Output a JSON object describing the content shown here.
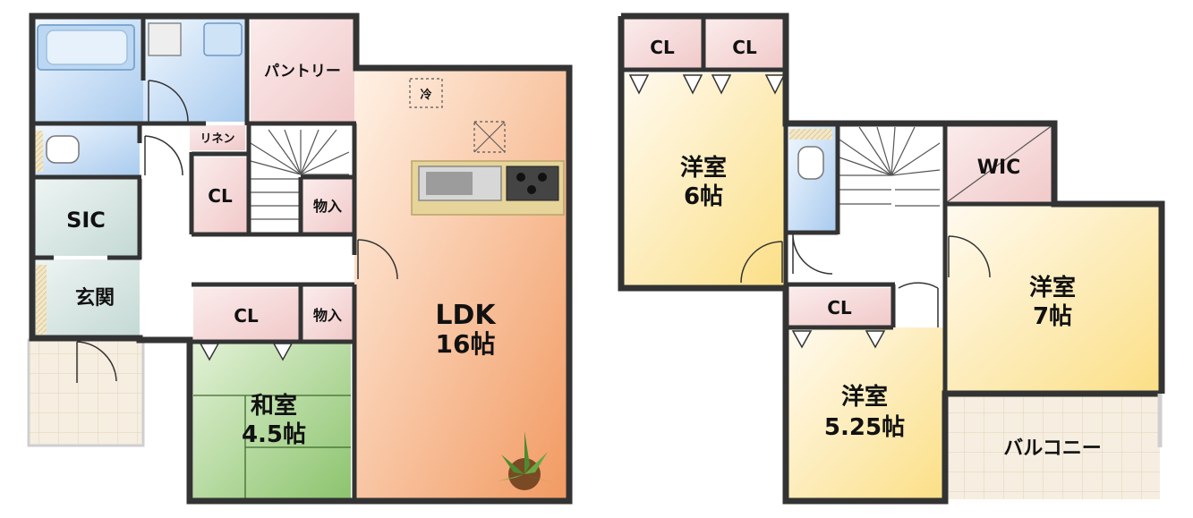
{
  "first_floor": {
    "ldk": {
      "name": "LDK",
      "size": "16帖"
    },
    "washitsu": {
      "name": "和室",
      "size": "4.5帖"
    },
    "pantry": "パントリー",
    "linen": "リネン",
    "sic": "SIC",
    "genkan": "玄関",
    "cl_small": "CL",
    "cl_washitsu": "CL",
    "monoire_upper": "物入",
    "monoire_lower": "物入",
    "fridge": "冷"
  },
  "second_floor": {
    "room_6": {
      "name": "洋室",
      "size": "6帖"
    },
    "room_7": {
      "name": "洋室",
      "size": "7帖"
    },
    "room_525": {
      "name": "洋室",
      "size": "5.25帖"
    },
    "cl_left": "CL",
    "cl_right": "CL",
    "cl_lower": "CL",
    "wic": "WIC",
    "balcony": "バルコニー"
  },
  "colors": {
    "wall": "#333333",
    "closet_pink": "#f4d7d7",
    "water_blue": "#cfe2f5",
    "ldk_orange": "#f5b184",
    "room_yellow": "#fbe7a8",
    "tatami_green": "#a9d08e",
    "entrance_teal": "#d3e4e0",
    "tile_beige": "#f3ead9"
  }
}
